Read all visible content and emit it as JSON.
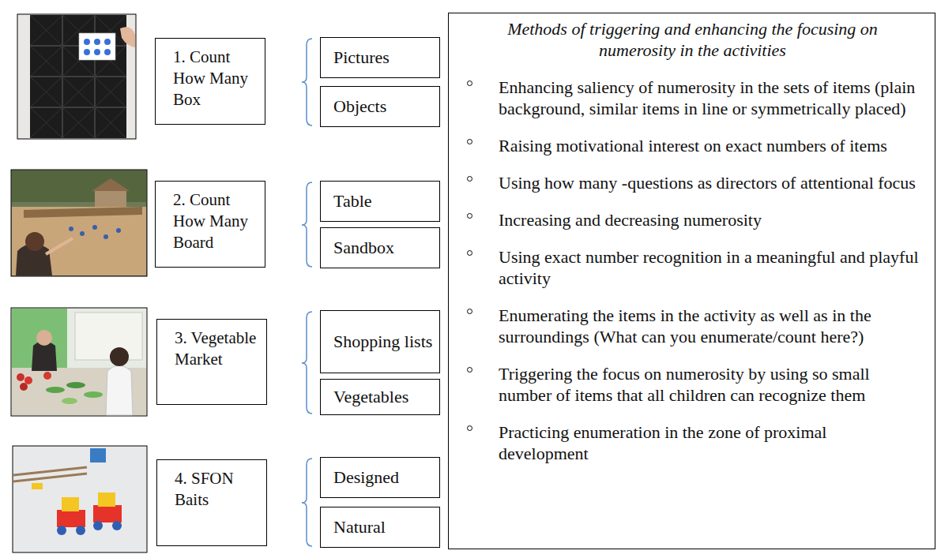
{
  "diagram": {
    "nodes": [
      {
        "text": [
          "1. Count How Many Box"
        ]
      },
      {
        "text": [
          "Pictures"
        ]
      },
      {
        "text": [
          "Objects"
        ]
      },
      {
        "text": [
          "2. Count How Many Board"
        ]
      },
      {
        "text": [
          "Table"
        ]
      },
      {
        "text": [
          "Sandbox"
        ]
      },
      {
        "text": [
          "3. Vegetable Market"
        ]
      },
      {
        "text": [
          "Shopping lists"
        ]
      },
      {
        "text": [
          "Vegetables"
        ]
      },
      {
        "text": [
          "4. SFON Baits"
        ]
      },
      {
        "text": [
          "Designed"
        ]
      },
      {
        "text": [
          "Natural"
        ]
      },
      {
        "text": [
          "Methods of triggering and enhancing the focusing on numerosity in the activities",
          "Enhancing saliency of numerosity in the sets of items (plain background, similar items in line or symmetrically placed)",
          "Raising motivational interest on exact numbers of items",
          "Using how many -questions as directors of attentional focus",
          "Increasing and decreasing numerosity",
          "Using exact number recognition in a meaningful and playful activity",
          "Enumerating the items in the activity as well as in the surroundings (What can you enumerate/count here?)",
          "Triggering the focus on numerosity by using so small number of items that all children can recognize them",
          "Practicing enumeration in the zone of proximal development"
        ]
      }
    ]
  }
}
